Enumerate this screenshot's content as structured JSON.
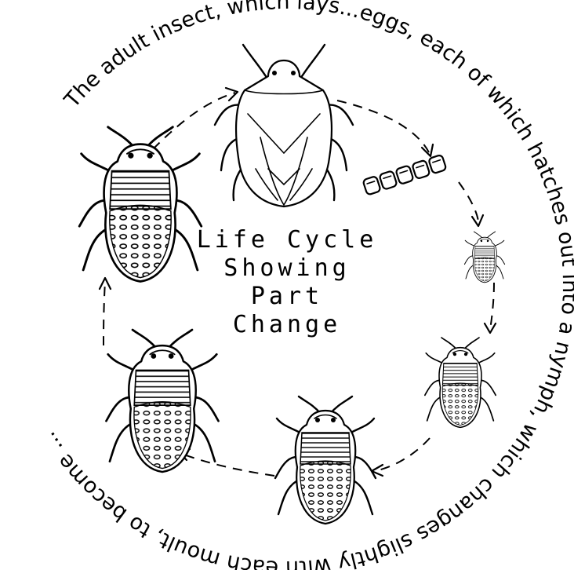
{
  "diagram": {
    "title_lines": [
      "Life Cycle",
      "Showing",
      "Part",
      "Change"
    ],
    "ring_text": "The adult insect, which lays...eggs, each of which hatches out into a nymph, which changes slightly with each moult, to become ...",
    "stages": [
      {
        "name": "adult",
        "icon": "adult-bug-icon"
      },
      {
        "name": "eggs",
        "icon": "eggs-icon"
      },
      {
        "name": "first-nymph",
        "icon": "small-nymph-icon"
      },
      {
        "name": "second-nymph",
        "icon": "nymph-icon"
      },
      {
        "name": "third-nymph",
        "icon": "nymph-icon"
      },
      {
        "name": "fourth-nymph",
        "icon": "nymph-icon"
      },
      {
        "name": "fifth-nymph",
        "icon": "nymph-icon"
      }
    ]
  }
}
